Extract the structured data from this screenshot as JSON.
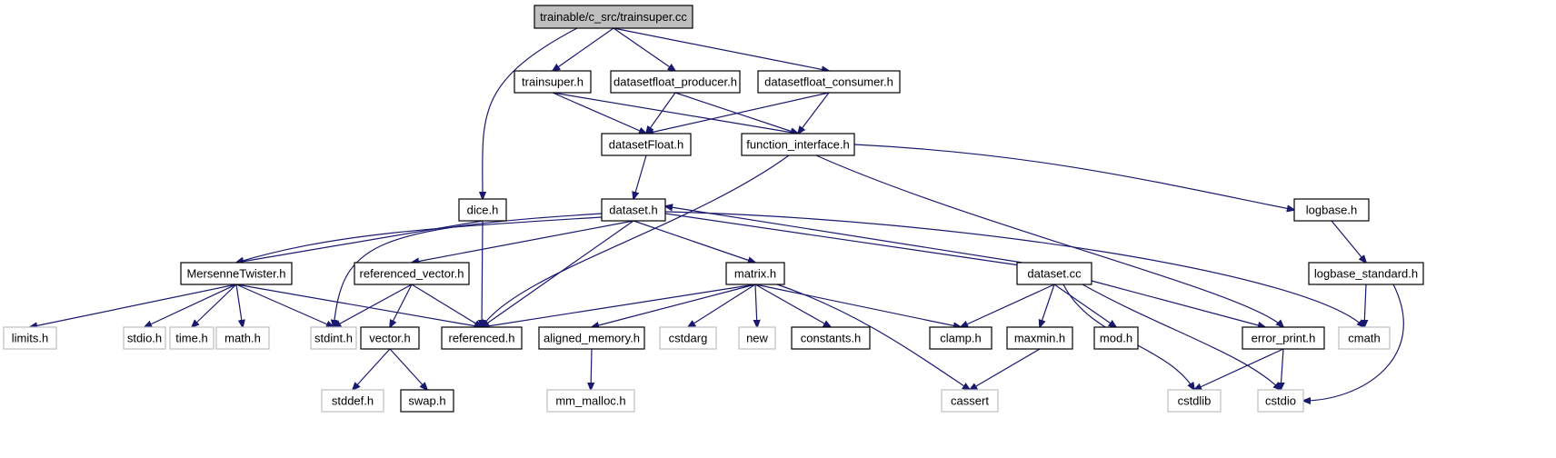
{
  "diagram": {
    "type": "include-dependency-graph",
    "colors": {
      "edge": "#191970",
      "root_fill": "#bfbfbf",
      "node_border": "#000000",
      "external_border": "#bfbfbf"
    },
    "nodes": [
      {
        "id": "n0",
        "label": "trainable/c_src/trainsuper.cc",
        "kind": "root"
      },
      {
        "id": "n1",
        "label": "trainsuper.h",
        "kind": "internal"
      },
      {
        "id": "n2",
        "label": "datasetfloat_producer.h",
        "kind": "internal"
      },
      {
        "id": "n3",
        "label": "datasetfloat_consumer.h",
        "kind": "internal"
      },
      {
        "id": "n4",
        "label": "datasetFloat.h",
        "kind": "internal"
      },
      {
        "id": "n5",
        "label": "function_interface.h",
        "kind": "internal"
      },
      {
        "id": "n6",
        "label": "dice.h",
        "kind": "internal"
      },
      {
        "id": "n7",
        "label": "dataset.h",
        "kind": "internal"
      },
      {
        "id": "n8",
        "label": "logbase.h",
        "kind": "internal"
      },
      {
        "id": "n9",
        "label": "MersenneTwister.h",
        "kind": "internal"
      },
      {
        "id": "n10",
        "label": "referenced_vector.h",
        "kind": "internal"
      },
      {
        "id": "n11",
        "label": "matrix.h",
        "kind": "internal"
      },
      {
        "id": "n12",
        "label": "dataset.cc",
        "kind": "internal"
      },
      {
        "id": "n13",
        "label": "logbase_standard.h",
        "kind": "internal"
      },
      {
        "id": "n14",
        "label": "limits.h",
        "kind": "external"
      },
      {
        "id": "n15",
        "label": "stdio.h",
        "kind": "external"
      },
      {
        "id": "n16",
        "label": "time.h",
        "kind": "external"
      },
      {
        "id": "n17",
        "label": "math.h",
        "kind": "external"
      },
      {
        "id": "n18",
        "label": "stdint.h",
        "kind": "external"
      },
      {
        "id": "n19",
        "label": "vector.h",
        "kind": "internal"
      },
      {
        "id": "n20",
        "label": "referenced.h",
        "kind": "internal"
      },
      {
        "id": "n21",
        "label": "aligned_memory.h",
        "kind": "internal"
      },
      {
        "id": "n22",
        "label": "cstdarg",
        "kind": "external"
      },
      {
        "id": "n23",
        "label": "new",
        "kind": "external"
      },
      {
        "id": "n24",
        "label": "constants.h",
        "kind": "internal"
      },
      {
        "id": "n25",
        "label": "clamp.h",
        "kind": "internal"
      },
      {
        "id": "n26",
        "label": "maxmin.h",
        "kind": "internal"
      },
      {
        "id": "n27",
        "label": "mod.h",
        "kind": "internal"
      },
      {
        "id": "n28",
        "label": "error_print.h",
        "kind": "internal"
      },
      {
        "id": "n29",
        "label": "cmath",
        "kind": "external"
      },
      {
        "id": "n30",
        "label": "stddef.h",
        "kind": "external"
      },
      {
        "id": "n31",
        "label": "swap.h",
        "kind": "internal"
      },
      {
        "id": "n32",
        "label": "mm_malloc.h",
        "kind": "external"
      },
      {
        "id": "n33",
        "label": "cassert",
        "kind": "external"
      },
      {
        "id": "n34",
        "label": "cstdlib",
        "kind": "external"
      },
      {
        "id": "n35",
        "label": "cstdio",
        "kind": "external"
      }
    ],
    "edges": [
      [
        "n0",
        "n1"
      ],
      [
        "n0",
        "n2"
      ],
      [
        "n0",
        "n3"
      ],
      [
        "n0",
        "n6"
      ],
      [
        "n1",
        "n4"
      ],
      [
        "n1",
        "n5"
      ],
      [
        "n2",
        "n4"
      ],
      [
        "n2",
        "n5"
      ],
      [
        "n3",
        "n4"
      ],
      [
        "n3",
        "n5"
      ],
      [
        "n4",
        "n7"
      ],
      [
        "n5",
        "n20"
      ],
      [
        "n5",
        "n8"
      ],
      [
        "n5",
        "n28"
      ],
      [
        "n6",
        "n9"
      ],
      [
        "n6",
        "n20"
      ],
      [
        "n7",
        "n9"
      ],
      [
        "n7",
        "n10"
      ],
      [
        "n7",
        "n11"
      ],
      [
        "n7",
        "n12"
      ],
      [
        "n7",
        "n20"
      ],
      [
        "n7",
        "n18"
      ],
      [
        "n7",
        "n29"
      ],
      [
        "n12",
        "n7"
      ],
      [
        "n8",
        "n13"
      ],
      [
        "n9",
        "n14"
      ],
      [
        "n9",
        "n15"
      ],
      [
        "n9",
        "n16"
      ],
      [
        "n9",
        "n17"
      ],
      [
        "n9",
        "n18"
      ],
      [
        "n9",
        "n20"
      ],
      [
        "n10",
        "n18"
      ],
      [
        "n10",
        "n19"
      ],
      [
        "n10",
        "n20"
      ],
      [
        "n19",
        "n30"
      ],
      [
        "n19",
        "n31"
      ],
      [
        "n11",
        "n20"
      ],
      [
        "n11",
        "n21"
      ],
      [
        "n11",
        "n22"
      ],
      [
        "n11",
        "n23"
      ],
      [
        "n11",
        "n24"
      ],
      [
        "n11",
        "n25"
      ],
      [
        "n11",
        "n33"
      ],
      [
        "n21",
        "n32"
      ],
      [
        "n12",
        "n25"
      ],
      [
        "n12",
        "n26"
      ],
      [
        "n12",
        "n27"
      ],
      [
        "n12",
        "n28"
      ],
      [
        "n12",
        "n34"
      ],
      [
        "n12",
        "n35"
      ],
      [
        "n26",
        "n33"
      ],
      [
        "n28",
        "n34"
      ],
      [
        "n28",
        "n35"
      ],
      [
        "n13",
        "n29"
      ],
      [
        "n13",
        "n35"
      ]
    ]
  }
}
